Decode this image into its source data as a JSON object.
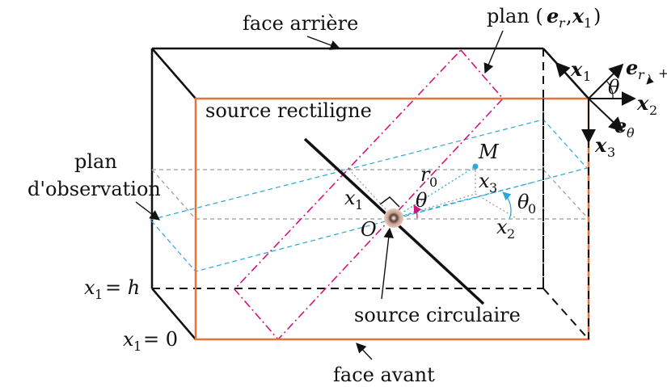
{
  "labels": {
    "face_arriere": "face arrière",
    "face_avant": "face avant",
    "plan_er_x1": "plan (",
    "plan_er_x1_close": ")",
    "source_rectiligne": "source rectiligne",
    "source_circulaire": "source circulaire",
    "plan_observation_line1": "plan",
    "plan_observation_line2": "d'observation",
    "x1_eq_h": "x",
    "x1_eq_h_rhs": "= h",
    "x1_eq_0": "x",
    "x1_eq_0_rhs": "= 0",
    "origin": "O",
    "point_m": "M",
    "r0": "r",
    "r0_sub": "0",
    "x1_axis": "x",
    "x1_sub": "1",
    "x2_axis": "x",
    "x2_sub": "2",
    "x3_axis": "x",
    "x3_sub": "3",
    "theta": "θ",
    "theta0": "θ",
    "theta0_sub": "0",
    "basis_x1": "x",
    "basis_x2": "x",
    "basis_x3": "x",
    "basis_er": "e",
    "basis_er_sub": "r",
    "basis_etheta": "e",
    "basis_etheta_sub": "θ",
    "basis_theta": "θ",
    "plus_sign": "+",
    "one": "1",
    "two": "2",
    "three": "3"
  },
  "colors": {
    "front_face": "#e8733a",
    "magenta_plane": "#d4147a",
    "cyan_plane": "#2aa8d8",
    "grey_dashed": "#9a9a9a",
    "black": "#111111",
    "source_ball": "#c8a090"
  }
}
